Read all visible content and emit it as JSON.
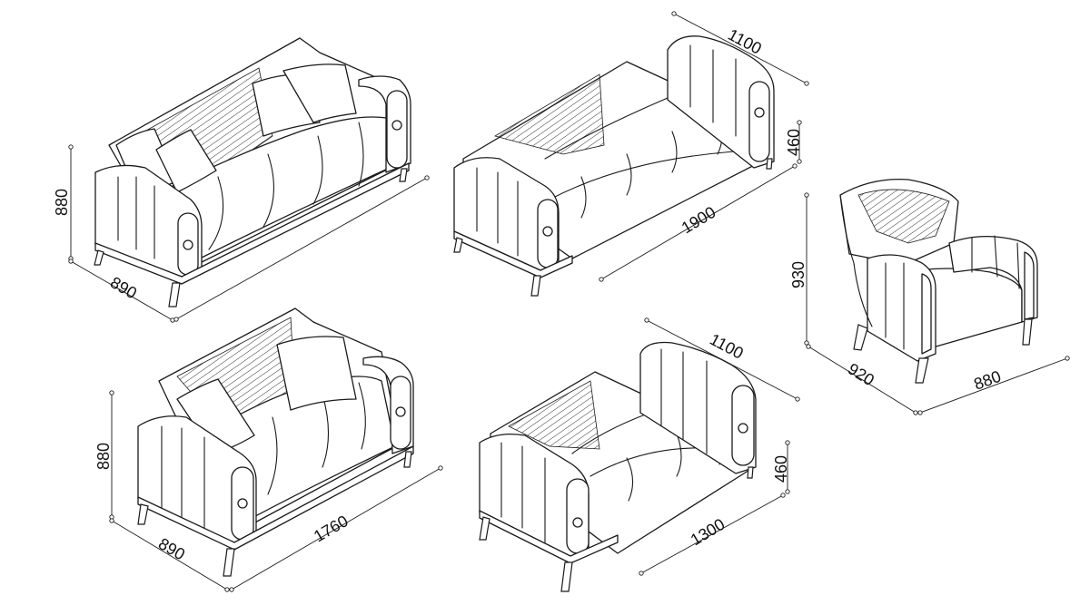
{
  "dimensions": {
    "sofa3_height": "880",
    "sofa3_depth": "890",
    "sofa3_bed_depth": "1100",
    "sofa3_bed_height": "460",
    "sofa3_bed_length": "1900",
    "chair_height": "930",
    "chair_depth": "920",
    "chair_width": "880",
    "sofa2_height": "880",
    "sofa2_depth": "890",
    "sofa2_length": "1760",
    "sofa2_bed_depth": "1100",
    "sofa2_bed_height": "460",
    "sofa2_bed_length": "1300"
  }
}
